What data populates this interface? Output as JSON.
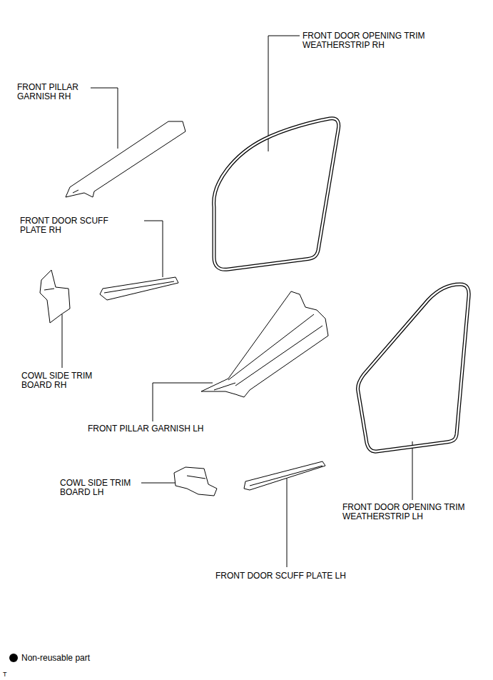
{
  "diagram": {
    "labels": [
      "FRONT PILLAR GARNISH RH",
      "FRONT DOOR OPENING TRIM WEATHERSTRIP RH",
      "FRONT DOOR SCUFF PLATE RH",
      "COWL SIDE TRIM BOARD RH",
      "FRONT PILLAR GARNISH LH",
      "COWL SIDE TRIM BOARD LH",
      "FRONT DOOR OPENING TRIM WEATHERSTRIP LH",
      "FRONT DOOR SCUFF PLATE LH",
      "T"
    ],
    "legend": [
      {
        "text": "Non-reusable part"
      }
    ]
  }
}
